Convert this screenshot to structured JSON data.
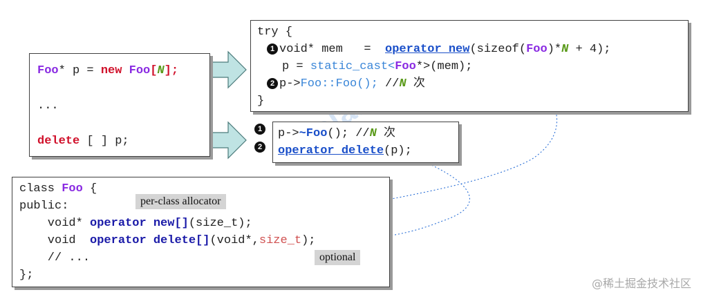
{
  "left_box": {
    "line1": {
      "cls": "Foo",
      "rest1": "* p = ",
      "kw": "new",
      "cls2": "Foo",
      "br_open": "[",
      "n": "N",
      "br_close": "];"
    },
    "line2": "...",
    "line3": {
      "kw": "delete",
      "rest": " [ ] p;"
    }
  },
  "try_box": {
    "l1": "try {",
    "l2": {
      "bullet": "1",
      "pre": "void* mem   =  ",
      "op": "operator new",
      "mid": "(sizeof(",
      "cls": "Foo",
      "close": ")*",
      "n": "N",
      "tail": " + 4);"
    },
    "l3": {
      "pre": "p = ",
      "cast": "static_cast<",
      "cls": "Foo",
      "post": "*>(mem);"
    },
    "l4": {
      "bullet": "2",
      "pre": "p->",
      "ctor": "Foo::Foo();",
      "cm": " //",
      "n": "N",
      "cj": " 次"
    },
    "l5": "}"
  },
  "delete_box": {
    "bullets": [
      "1",
      "2"
    ],
    "l1": {
      "pre": "p->",
      "dtor": "~Foo",
      "post": "(); //",
      "n": "N",
      "cj": " 次"
    },
    "l2": {
      "op": "operator delete",
      "post": "(p);"
    }
  },
  "class_box": {
    "l1": {
      "kw": "class ",
      "cls": "Foo",
      "post": " {"
    },
    "l2": "public:",
    "l3": {
      "pre": "    void* ",
      "op": "operator new[]",
      "post": "(size_t);"
    },
    "l4": {
      "pre": "    void  ",
      "op": "operator delete[]",
      "mid": "(void*,",
      "sz": "size_t",
      "post": ");"
    },
    "l5": "    // ...",
    "l6": "};"
  },
  "labels": {
    "allocator": "per-class allocator",
    "optional": "optional"
  },
  "watermark": {
    "main": "Boolan 博览网",
    "corner": "@稀土掘金技术社区"
  },
  "colors": {
    "keyword": "#d0102a",
    "class": "#8a2be2",
    "n": "#5a9a1a",
    "operator": "#1a4fc9",
    "arrow_fill": "#bfe3e3"
  }
}
